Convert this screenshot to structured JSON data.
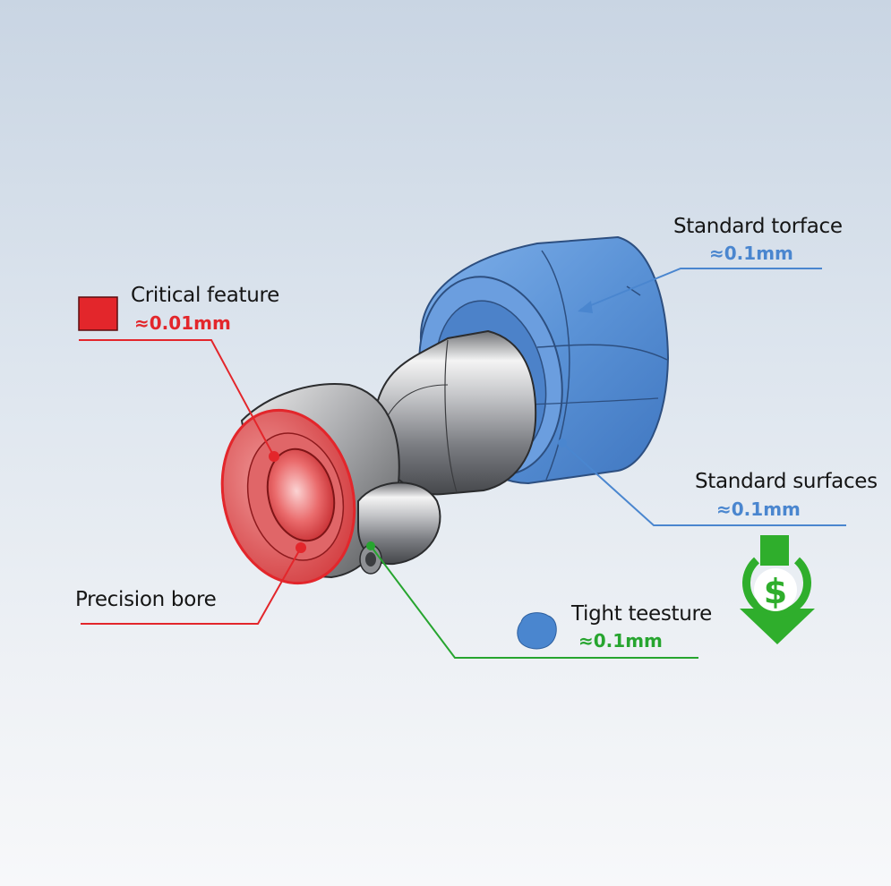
{
  "colors": {
    "critical": "#e3262b",
    "standard": "#4a86cf",
    "tight": "#27a52f",
    "cost_icon": "#2fae2c"
  },
  "labels": {
    "standard_torface": {
      "title": "Standard torface",
      "value": "≈0.1mm"
    },
    "critical_feature": {
      "title": "Critical feature",
      "value": "≈0.01mm"
    },
    "standard_surfaces": {
      "title": "Standard surfaces",
      "value": "≈0.1mm"
    },
    "precision_bore": {
      "title": "Precision bore"
    },
    "tight_teesture": {
      "title": "Tight teesture",
      "value": "≈0.1mm"
    }
  },
  "icons": {
    "cost_down": "dollar-down-arrow-icon",
    "critical_swatch": "red-square-icon",
    "tight_blob": "blue-blob-icon"
  },
  "cost_symbol": "$"
}
